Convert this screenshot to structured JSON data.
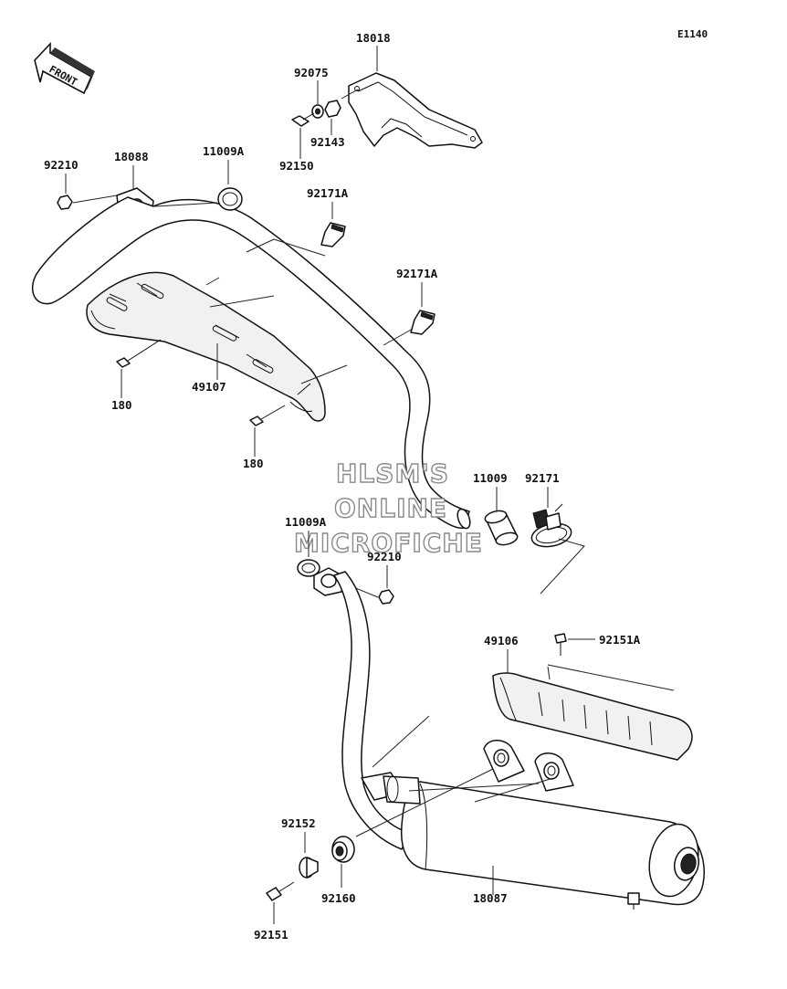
{
  "diagram_code": "E1140",
  "front_arrow_label": "FRONT",
  "watermark": [
    "HLSM'S",
    "ONLINE",
    "MICROFICHE"
  ],
  "parts": {
    "p18018": "18018",
    "p92075": "92075",
    "p92143": "92143",
    "p92150": "92150",
    "p92210_top": "92210",
    "p18088": "18088",
    "p11009A_top": "11009A",
    "p92171A_1": "92171A",
    "p92171A_2": "92171A",
    "p180_1": "180",
    "p49107": "49107",
    "p180_2": "180",
    "p11009": "11009",
    "p92171": "92171",
    "p11009A_mid": "11009A",
    "p92210_mid": "92210",
    "p49106": "49106",
    "p92151A": "92151A",
    "p92152": "92152",
    "p92160": "92160",
    "p18087": "18087",
    "p92151": "92151"
  }
}
